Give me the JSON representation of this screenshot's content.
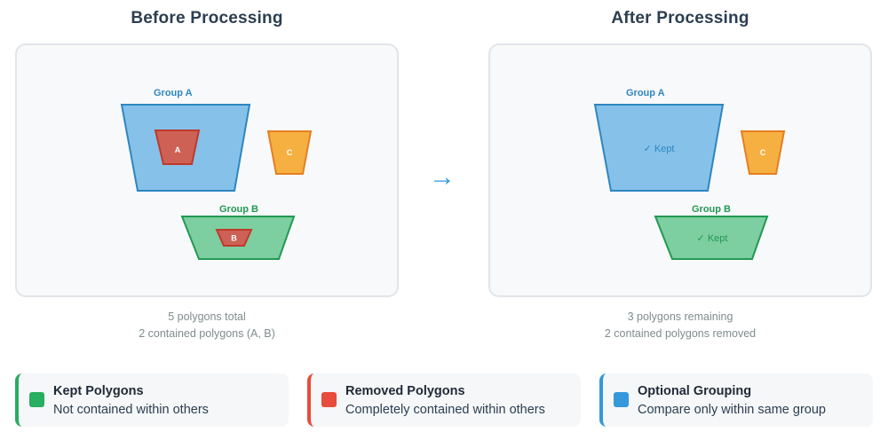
{
  "before": {
    "title": "Before Processing",
    "group_a_label": "Group A",
    "group_b_label": "Group B",
    "poly_a_label": "A",
    "poly_b_label": "B",
    "poly_c_label": "C",
    "caption_line1": "5 polygons total",
    "caption_line2": "2 contained polygons (A, B)"
  },
  "arrow": "→",
  "after": {
    "title": "After Processing",
    "group_a_label": "Group A",
    "group_b_label": "Group B",
    "kept_a_label": "✓ Kept",
    "kept_b_label": "✓ Kept",
    "poly_c_label": "C",
    "caption_line1": "3 polygons remaining",
    "caption_line2": "2 contained polygons removed"
  },
  "legend": [
    {
      "title": "Kept Polygons",
      "desc": "Not contained within others",
      "color": "#27ae60"
    },
    {
      "title": "Removed Polygons",
      "desc": "Completely contained within others",
      "color": "#e74c3c"
    },
    {
      "title": "Optional Grouping",
      "desc": "Compare only within same group",
      "color": "#3498db"
    }
  ],
  "colors": {
    "group_a_fill": "#85c1e9",
    "group_a_stroke": "#2e86c1",
    "group_b_fill": "#7dcea0",
    "group_b_stroke": "#229954",
    "removed_fill": "#cd6155",
    "removed_stroke": "#c0392b",
    "other_fill": "#f5b041",
    "other_stroke": "#e67e22"
  }
}
